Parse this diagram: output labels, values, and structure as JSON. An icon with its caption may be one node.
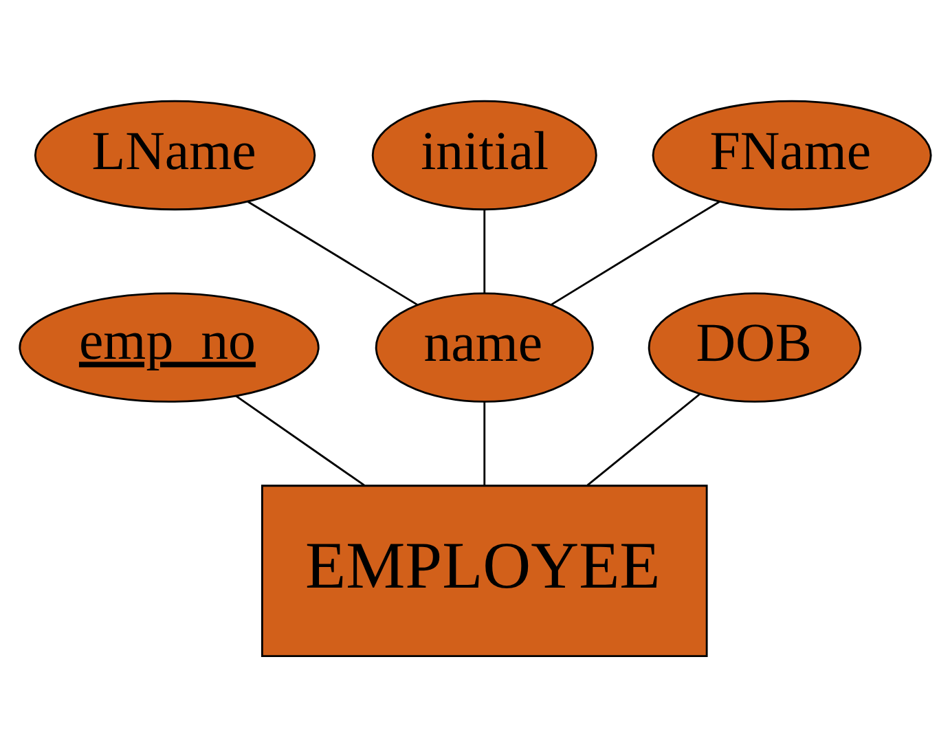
{
  "diagram": {
    "nodes": [
      {
        "text": [
          "initial"
        ]
      },
      {
        "text": [
          "LName"
        ]
      },
      {
        "text": [
          "FName"
        ]
      },
      {
        "text": [
          "name"
        ]
      },
      {
        "text": [
          "DOB"
        ]
      },
      {
        "text": [
          "emp_no"
        ]
      },
      {
        "text": [
          "EMPLOYEE"
        ]
      }
    ],
    "edges": [
      {
        "from": 6,
        "to": 5,
        "arrow": "none"
      },
      {
        "from": 6,
        "to": 3,
        "arrow": "none"
      },
      {
        "from": 6,
        "to": 4,
        "arrow": "none"
      },
      {
        "from": 3,
        "to": 1,
        "arrow": "none"
      },
      {
        "from": 3,
        "to": 0,
        "arrow": "none"
      },
      {
        "from": 3,
        "to": 2,
        "arrow": "none"
      }
    ]
  }
}
